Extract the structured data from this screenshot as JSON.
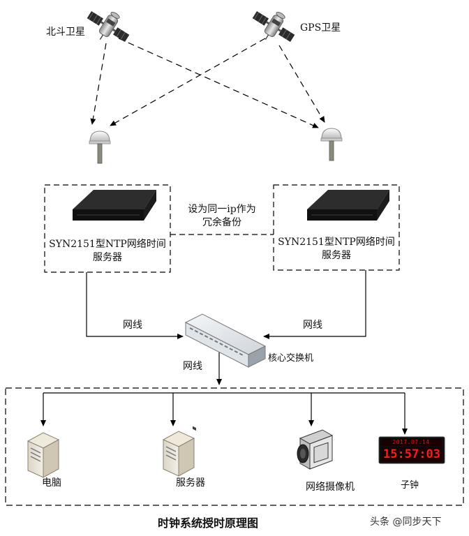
{
  "diagram": {
    "title": "时钟系统授时原理图",
    "satellites": {
      "beidou": "北斗卫星",
      "gps": "GPS卫星"
    },
    "servers": {
      "left_line1": "SYN2151型NTP网络时间",
      "left_line2": "服务器",
      "right_line1": "SYN2151型NTP网络时间",
      "right_line2": "服务器"
    },
    "redundancy": {
      "line1": "设为同一ip作为",
      "line2": "冗余备份"
    },
    "cables": {
      "left": "网线",
      "right": "网线",
      "down": "网线"
    },
    "switch_label": "核心交换机",
    "devices": {
      "pc": "电脑",
      "server": "服务器",
      "camera": "网络摄像机",
      "clock": "子钟"
    },
    "clock_display": {
      "date": "2017.07.14",
      "time": "15:57:03"
    },
    "watermark": "头条 @同步天下"
  }
}
